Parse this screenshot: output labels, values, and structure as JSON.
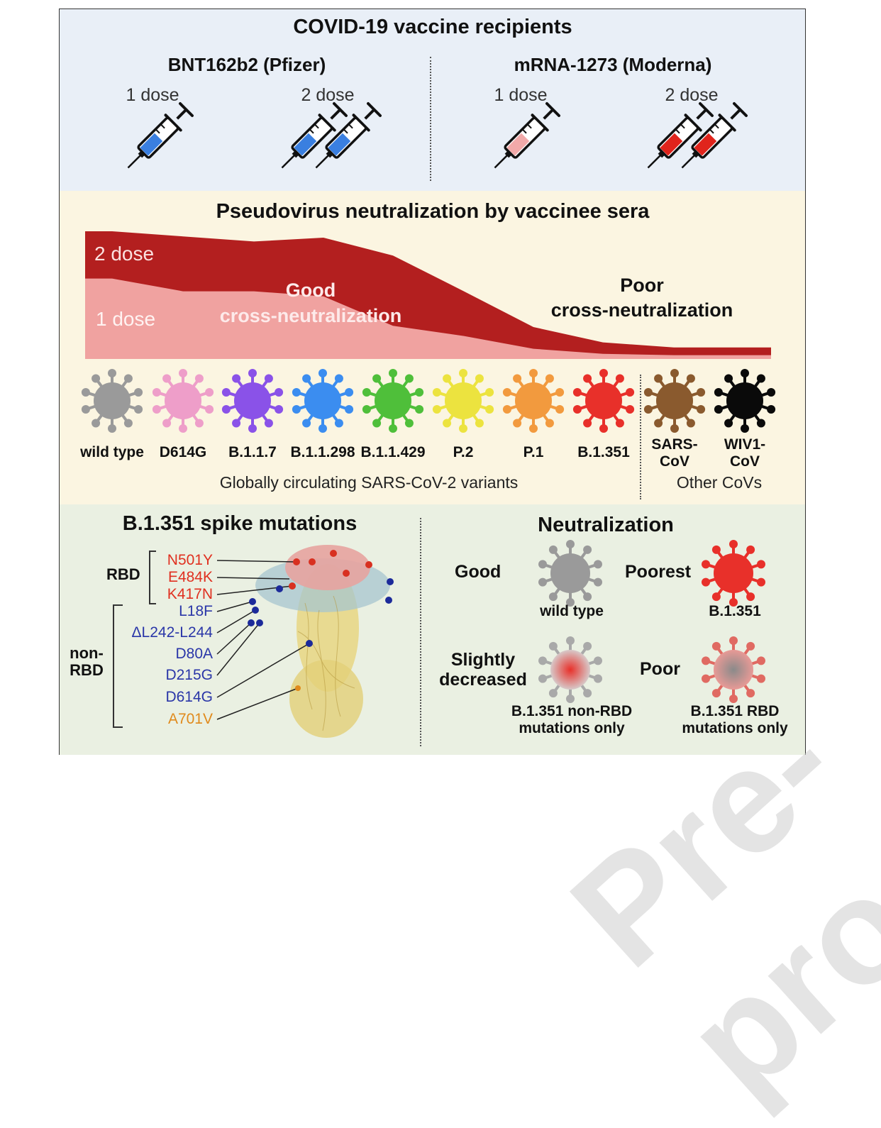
{
  "panel1": {
    "title": "COVID-19 vaccine recipients",
    "pfizer": {
      "name": "BNT162b2 (Pfizer)",
      "dose1": "1 dose",
      "dose2": "2 dose"
    },
    "moderna": {
      "name": "mRNA-1273 (Moderna)",
      "dose1": "1 dose",
      "dose2": "2 dose"
    },
    "colors": {
      "pfizer": "#3a7fe0",
      "moderna1": "#f1a9a9",
      "moderna2": "#e0241c"
    }
  },
  "panel2": {
    "title": "Pseudovirus neutralization by vaccinee sera",
    "label_2dose": "2 dose",
    "label_1dose": "1 dose",
    "good": [
      "Good",
      "cross-neutralization"
    ],
    "poor": [
      "Poor",
      "cross-neutralization"
    ],
    "group1_caption": "Globally circulating SARS-CoV-2 variants",
    "group2_caption": "Other CoVs",
    "viruses": [
      {
        "name": "wild type",
        "color": "#9a9a9a"
      },
      {
        "name": "D614G",
        "color": "#ee9ec9"
      },
      {
        "name": "B.1.1.7",
        "color": "#8a52e8"
      },
      {
        "name": "B.1.1.298",
        "color": "#3b8df0"
      },
      {
        "name": "B.1.1.429",
        "color": "#4fbf3a"
      },
      {
        "name": "P.2",
        "color": "#ece33f"
      },
      {
        "name": "P.1",
        "color": "#f29a3e"
      },
      {
        "name": "B.1.351",
        "color": "#e8302a"
      },
      {
        "name": "SARS-\nCoV",
        "color": "#8a5a2e"
      },
      {
        "name": "WIV1-\nCoV",
        "color": "#0a0a0a"
      }
    ]
  },
  "chart_data": {
    "type": "area",
    "title": "Pseudovirus neutralization by vaccinee sera",
    "categories": [
      "wild type",
      "D614G",
      "B.1.1.7",
      "B.1.1.298",
      "B.1.1.429",
      "P.2",
      "P.1",
      "B.1.351",
      "SARS-CoV",
      "WIV1-CoV"
    ],
    "series": [
      {
        "name": "2 dose",
        "values": [
          1.0,
          0.96,
          0.92,
          0.95,
          0.81,
          0.53,
          0.25,
          0.13,
          0.09,
          0.09
        ]
      },
      {
        "name": "1 dose",
        "values": [
          0.63,
          0.53,
          0.53,
          0.49,
          0.26,
          0.18,
          0.08,
          0.04,
          0.03,
          0.03
        ]
      }
    ],
    "colors": {
      "2 dose": "#b31f1f",
      "1 dose": "#f0a2a0"
    },
    "xlabel": "",
    "ylabel": "",
    "ylim": [
      0,
      1
    ]
  },
  "panel3": {
    "title": "B.1.351 spike mutations",
    "rbd_label": "RBD",
    "nonrbd_label": [
      "non-",
      "RBD"
    ],
    "rbd_mutations": [
      "N501Y",
      "E484K",
      "K417N"
    ],
    "nonrbd_mutations": [
      "L18F",
      "ΔL242-L244",
      "D80A",
      "D215G",
      "D614G",
      "A701V"
    ],
    "colors": {
      "rbd": "#e03020",
      "nonrbd": "#2a36a8",
      "a701v": "#e08a1c"
    },
    "neut_title": "Neutralization",
    "items": [
      {
        "level": "Good",
        "caption": "wild type",
        "color": "#9a9a9a"
      },
      {
        "level": "Poorest",
        "caption": "B.1.351",
        "color": "#e8302a"
      },
      {
        "level": "Slightly\ndecreased",
        "caption": "B.1.351 non-RBD\nmutations only",
        "color": "#e8302a"
      },
      {
        "level": "Poor",
        "caption": "B.1.351 RBD\nmutations only",
        "color": "#8a8a8a"
      }
    ]
  },
  "watermark": "Pre-pro"
}
